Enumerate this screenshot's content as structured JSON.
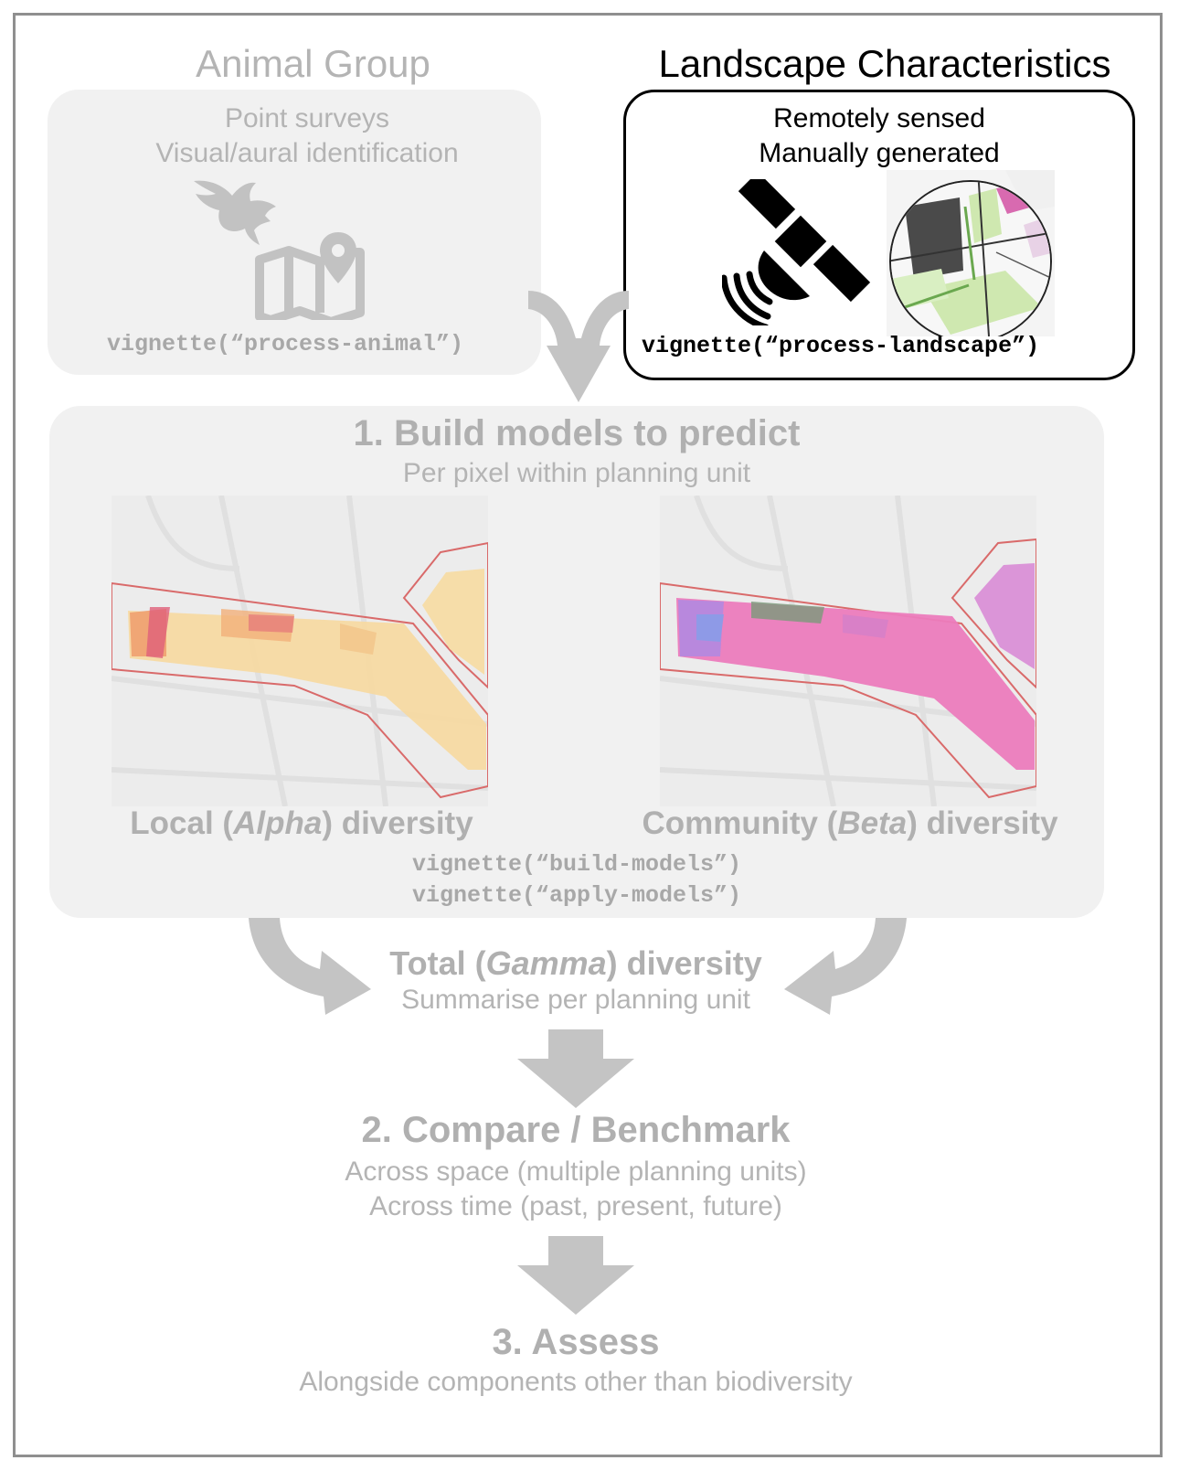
{
  "animal": {
    "heading": "Animal Group",
    "line1": "Point surveys",
    "line2": "Visual/aural identification",
    "code": "vignette(“process-animal”)",
    "icons": [
      "eagle-icon",
      "map-pin-icon"
    ]
  },
  "landscape": {
    "heading": "Landscape Characteristics",
    "line1": "Remotely sensed",
    "line2": "Manually generated",
    "code": "vignette(“process-landscape”)",
    "icons": [
      "satellite-icon",
      "map-inset-image"
    ]
  },
  "build": {
    "title": "1. Build models to predict",
    "subtitle": "Per pixel within planning unit",
    "alpha_pre": "Local (",
    "alpha_em": "Alpha",
    "alpha_post": ") diversity",
    "beta_pre": "Community (",
    "beta_em": "Beta",
    "beta_post": ") diversity",
    "code1": "vignette(“build-models”)",
    "code2": "vignette(“apply-models”)"
  },
  "gamma": {
    "pre": "Total (",
    "em": "Gamma",
    "post": ") diversity",
    "subtitle": "Summarise per planning unit"
  },
  "compare": {
    "title": "2. Compare / Benchmark",
    "line1": "Across space (multiple planning units)",
    "line2": "Across time (past, present, future)"
  },
  "assess": {
    "title": "3. Assess",
    "subtitle": "Alongside components other than biodiversity"
  },
  "colors": {
    "faded_text": "#b4b4b4",
    "panel": "#f1f1f1",
    "arrow": "#c4c4c4",
    "highlight_border": "#000000"
  }
}
